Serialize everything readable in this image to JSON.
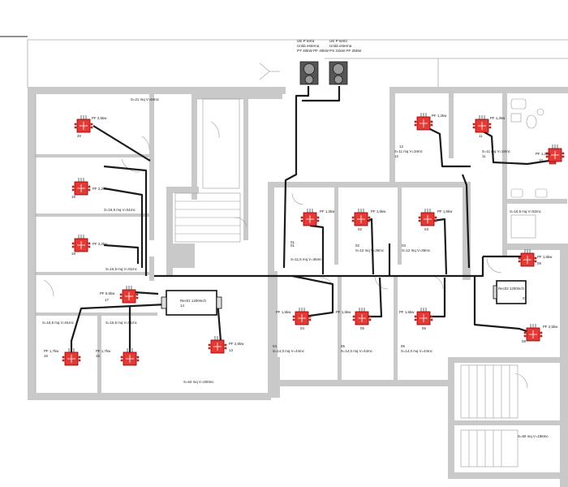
{
  "outdoor_units": {
    "unit_a": {
      "line1": "UE P terra",
      "line2": "Unità esterna",
      "line3": "PT 40kW PF 40kW"
    },
    "unit_b": {
      "line1": "UE P semi",
      "line2": "Unità esterna",
      "line3": "PS 31kW PF 25kW"
    }
  },
  "indoor_units": [
    {
      "num": "20",
      "label": "PF 2,5kw"
    },
    {
      "num": "19",
      "label": "PF 2,2kw"
    },
    {
      "num": "18",
      "label": "PF 2,2kw"
    },
    {
      "num": "17",
      "label": "PF 5,5kw"
    },
    {
      "num": "16",
      "label": "PF 1,7kw"
    },
    {
      "num": "15",
      "label": "PF 1,7kw"
    },
    {
      "num": "13",
      "label": "PF 2,5kw"
    },
    {
      "num": "01",
      "label": "PF 1,2kw"
    },
    {
      "num": "02",
      "label": "PF 1,6kw"
    },
    {
      "num": "03",
      "label": "PF 1,6kw"
    },
    {
      "num": "04",
      "label": "PF 1,6kw"
    },
    {
      "num": "05",
      "label": "PF 1,6kw"
    },
    {
      "num": "06",
      "label": "PF 1,6kw"
    },
    {
      "num": "12",
      "label": "PF 1,2kw"
    },
    {
      "num": "11",
      "label": "PF 1,2kw"
    },
    {
      "num": "10",
      "label": "PF 1,2kw"
    },
    {
      "num": "09",
      "label": "PF 1,6kw"
    },
    {
      "num": "08",
      "label": "PF 2,5kw"
    }
  ],
  "recuperators": [
    {
      "line1": "Rec01 1200mch",
      "line2": "14"
    },
    {
      "line1": "Rec02 1200mch",
      "line2": "07"
    }
  ],
  "room_labels": [
    "S=21 mq V=64mc",
    "S=16,5 mq V=51mc",
    "S=16,5 mq V=51mc",
    "S=16,5 mq V=51mc",
    "S=16,5 mq V=51mc",
    "S=64 mq V=200mc",
    "S=11,5 mq V=36mc",
    "S=12 mq V=36mc",
    "S=12 mq V=36mc",
    "S=14,0 mq V=44mc",
    "S=14,0 mq V=44mc",
    "S=14,0 mq V=44mc",
    "S=11 mq V=34mc",
    "S=11 mq V=34mc",
    "S=16,5 mq V=52mc",
    "S=60 mq V=186mc"
  ],
  "room_numbers": [
    "01",
    "02",
    "03",
    "04",
    "05",
    "06",
    "12",
    "11"
  ],
  "colors": {
    "wall": "#c9c9c9",
    "pipe": "#1a1a1a",
    "unit_fill": "#e53935",
    "unit_stroke": "#8b0000",
    "thin_line": "#9a9a9a"
  },
  "icons": {
    "indoor_unit": "fan-coil-icon",
    "outdoor_unit": "outdoor-fan-icon",
    "recuperator": "heat-recovery-icon"
  }
}
